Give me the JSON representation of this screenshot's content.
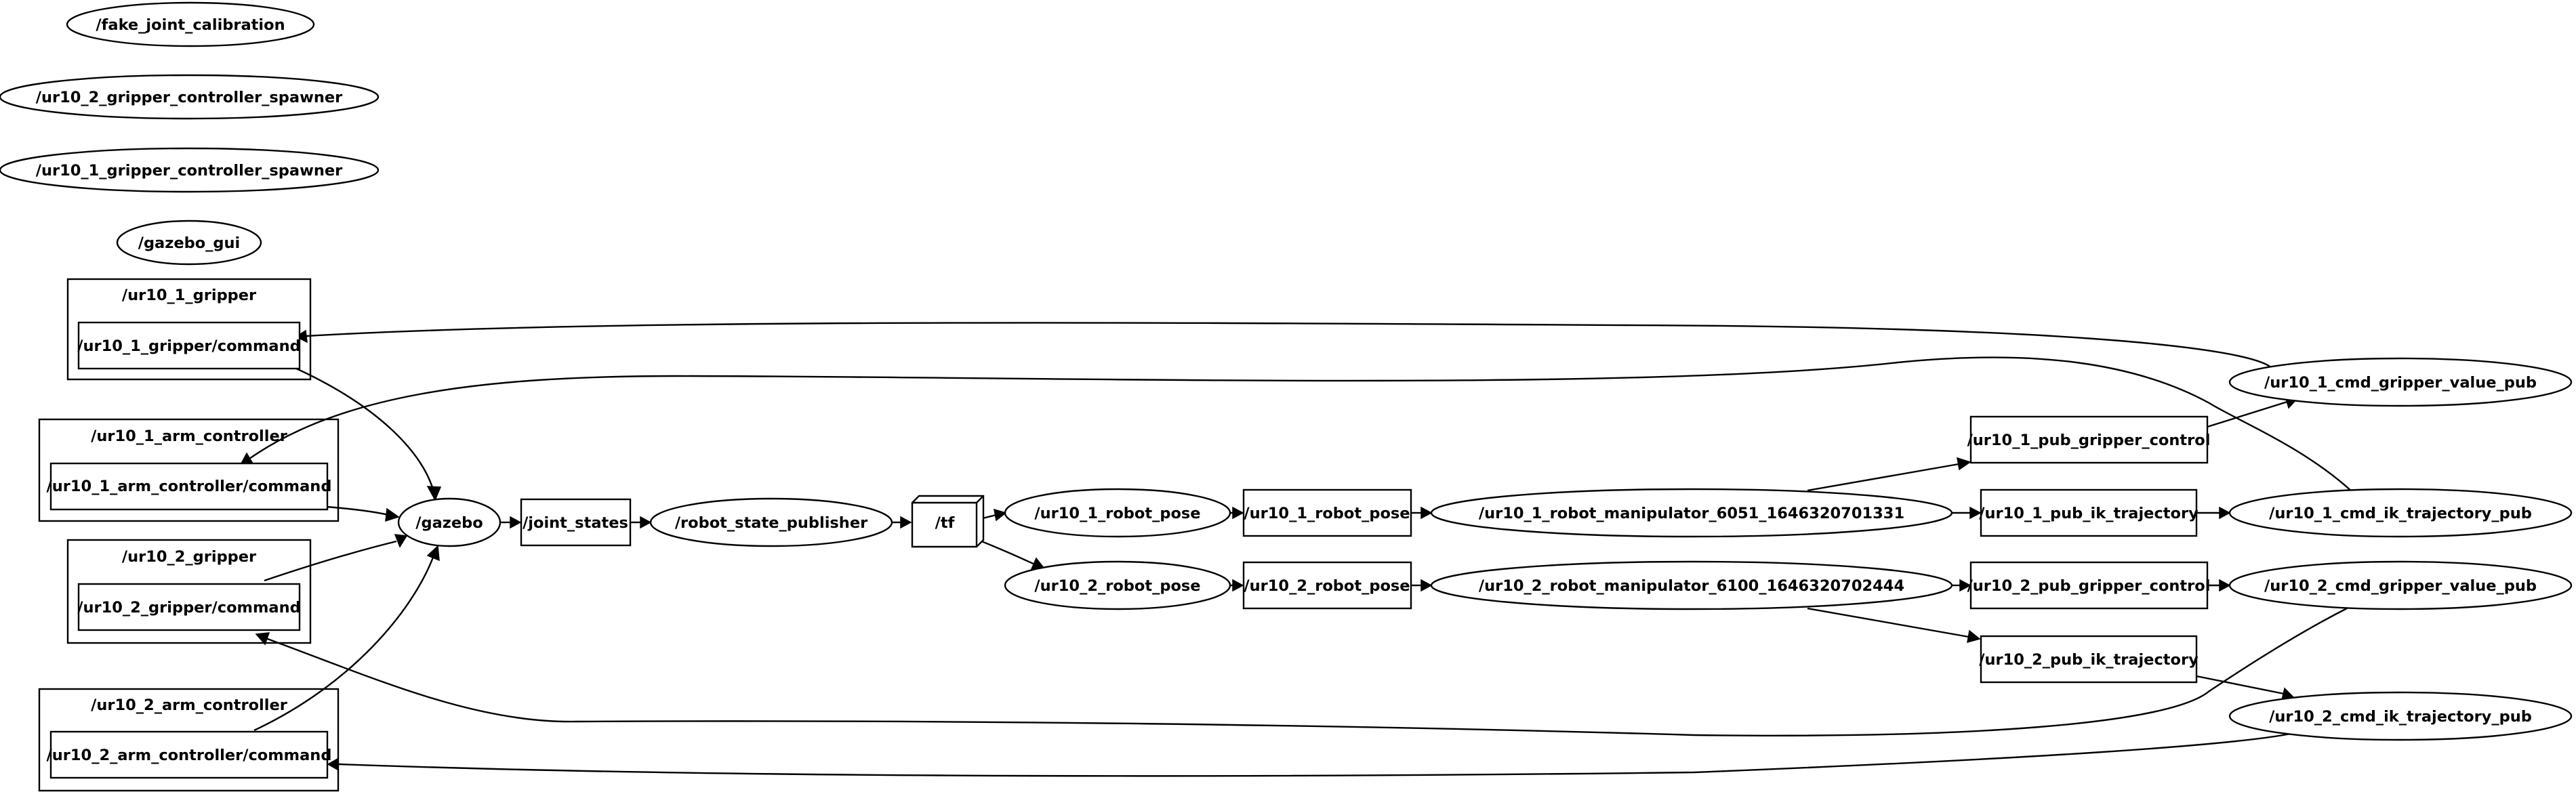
{
  "nodes": {
    "fake_joint_calibration": "/fake_joint_calibration",
    "ur10_2_gripper_controller_spawner": "/ur10_2_gripper_controller_spawner",
    "ur10_1_gripper_controller_spawner": "/ur10_1_gripper_controller_spawner",
    "gazebo_gui": "/gazebo_gui",
    "gazebo": "/gazebo",
    "robot_state_publisher": "/robot_state_publisher",
    "ur10_1_robot_pose_node": "/ur10_1_robot_pose",
    "ur10_2_robot_pose_node": "/ur10_2_robot_pose",
    "ur10_1_robot_manipulator": "/ur10_1_robot_manipulator_6051_1646320701331",
    "ur10_2_robot_manipulator": "/ur10_2_robot_manipulator_6100_1646320702444",
    "ur10_1_cmd_gripper_value_pub": "/ur10_1_cmd_gripper_value_pub",
    "ur10_1_cmd_ik_trajectory_pub": "/ur10_1_cmd_ik_trajectory_pub",
    "ur10_2_cmd_gripper_value_pub": "/ur10_2_cmd_gripper_value_pub",
    "ur10_2_cmd_ik_trajectory_pub": "/ur10_2_cmd_ik_trajectory_pub"
  },
  "topics": {
    "joint_states": "/joint_states",
    "tf": "/tf",
    "ur10_1_robot_pose_topic": "/ur10_1_robot_pose",
    "ur10_2_robot_pose_topic": "/ur10_2_robot_pose",
    "ur10_1_pub_gripper_control": "/ur10_1_pub_gripper_control",
    "ur10_1_pub_ik_trajectory": "/ur10_1_pub_ik_trajectory",
    "ur10_2_pub_gripper_control": "/ur10_2_pub_gripper_control",
    "ur10_2_pub_ik_trajectory": "/ur10_2_pub_ik_trajectory"
  },
  "clusters": {
    "ur10_1_gripper": {
      "title": "/ur10_1_gripper",
      "topic": "/ur10_1_gripper/command"
    },
    "ur10_1_arm_controller": {
      "title": "/ur10_1_arm_controller",
      "topic": "/ur10_1_arm_controller/command"
    },
    "ur10_2_gripper": {
      "title": "/ur10_2_gripper",
      "topic": "/ur10_2_gripper/command"
    },
    "ur10_2_arm_controller": {
      "title": "/ur10_2_arm_controller",
      "topic": "/ur10_2_arm_controller/command"
    }
  }
}
